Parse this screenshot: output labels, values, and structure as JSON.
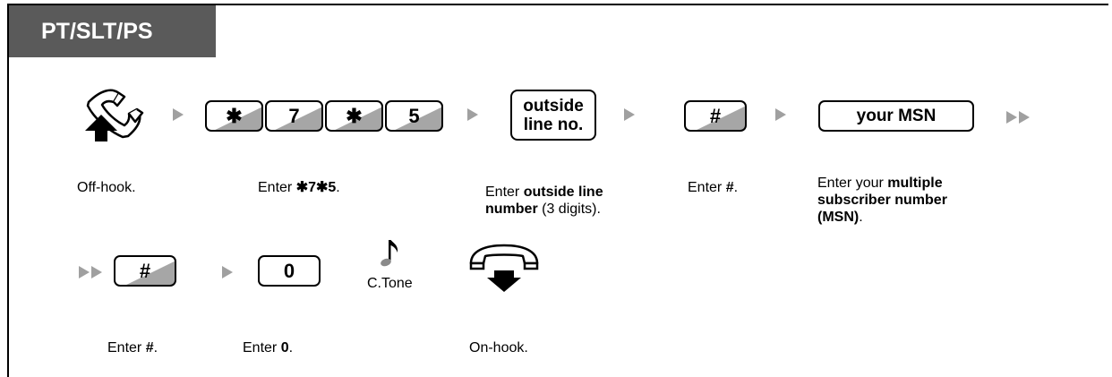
{
  "header": {
    "tab_label": "PT/SLT/PS"
  },
  "keys": {
    "star1": "✱",
    "seven": "7",
    "star2": "✱",
    "five": "5",
    "outside_line_1": "outside",
    "outside_line_2": "line no.",
    "hash1": "#",
    "msn": "your MSN",
    "hash2": "#",
    "zero": "0"
  },
  "captions": {
    "offhook": "Off-hook.",
    "enter_code_prefix": "Enter ",
    "enter_code_value": "✱7✱5",
    "enter_code_suffix": ".",
    "outside_prefix": "Enter ",
    "outside_bold_1": "outside line",
    "outside_bold_2": "number",
    "outside_suffix": " (3 digits).",
    "hash1_prefix": "Enter ",
    "hash1_value": "#",
    "hash1_suffix": ".",
    "msn_prefix": "Enter your ",
    "msn_bold_1": "multiple",
    "msn_bold_2": "subscriber number",
    "msn_bold_3": "(MSN)",
    "msn_suffix": ".",
    "hash2_prefix": "Enter ",
    "hash2_value": "#",
    "hash2_suffix": ".",
    "zero_prefix": "Enter ",
    "zero_value": "0",
    "zero_suffix": ".",
    "onhook": "On-hook."
  },
  "tone": {
    "label": "C.Tone"
  },
  "colors": {
    "header_bg": "#5a5a5a",
    "arrow": "#a0a0a0",
    "key_shade": "#a6a6a6"
  }
}
